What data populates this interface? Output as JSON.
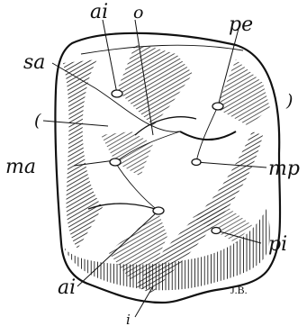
{
  "figure": {
    "labels": {
      "ai_top": "ai",
      "o": "o",
      "pe": "pe",
      "sa": "sa",
      "ma": "ma",
      "mp": "mp",
      "pi": "pi",
      "ai_bottom": "ai",
      "bottom_mark": "i",
      "paren_left": "(",
      "paren_right": ")",
      "signature": "J.B."
    }
  }
}
